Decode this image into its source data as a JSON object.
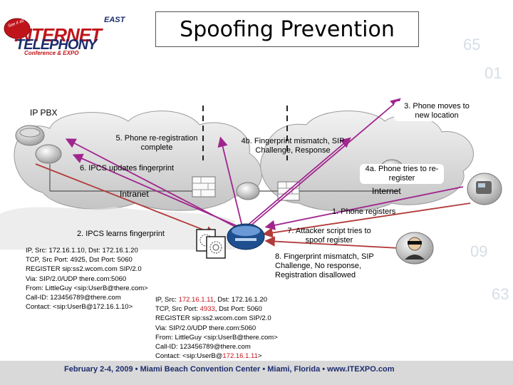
{
  "title": "Spoofing Prevention",
  "logo": {
    "badge": "See it all. Heard it.",
    "east": "EAST",
    "internet": "INTERNET",
    "telephony": "TELEPHONY",
    "conference": "Conference & EXPO"
  },
  "labels": {
    "ip_pbx": "IP PBX",
    "intranet": "Intranet",
    "internet": "Internet",
    "step1": "1. Phone registers",
    "step2": "2. IPCS learns fingerprint",
    "step3": "3. Phone moves to new location",
    "step4a": "4a. Phone tries to re-register",
    "step4b": "4b. Fingerprint mismatch, SIP Challenge, Response",
    "step5": "5. Phone re-registration complete",
    "step6": "6. IPCS updates fingerprint",
    "step7": "7. Attacker script tries to spoof register",
    "step8": "8. Fingerprint mismatch, SIP Challenge, No response, Registration disallowed"
  },
  "packet_valid": [
    "IP, Src: 172.16.1.10, Dst: 172.16.1.20",
    "TCP, Src Port: 4925, Dst Port: 5060",
    "REGISTER sip:ss2.wcom.com SIP/2.0",
    "Via: SIP/2.0/UDP there.com:5060",
    "From: LittleGuy <sip:UserB@there.com>",
    "Call-ID: 123456789@there.com",
    "Contact: <sip:UserB@172.16.1.10>"
  ],
  "packet_spoof": {
    "l1_a": "IP, Src: ",
    "l1_b": "172.16.1.11",
    "l1_c": ", Dst: 172.16.1.20",
    "l2_a": "TCP, Src Port: ",
    "l2_b": "4933",
    "l2_c": ", Dst Port: 5060",
    "l3": "REGISTER sip:ss2.wcom.com SIP/2.0",
    "l4": "Via: SIP/2.0/UDP there.com:5060",
    "l5": "From: LittleGuy <sip:UserB@there.com>",
    "l6": "Call-ID: 123456789@there.com",
    "l7_a": "Contact: <sip:UserB@",
    "l7_b": "172.16.1.11",
    "l7_c": ">"
  },
  "footer": "February 2-4, 2009  •  Miami Beach Convention Center  •  Miami, Florida  •  www.ITEXPO.com",
  "colors": {
    "arrow_red": "#b23a3a",
    "arrow_purple": "#a0268e",
    "accent_red": "#c0141b",
    "navy": "#1c2d6e"
  },
  "icons": [
    "router-icon",
    "firewall-icon",
    "ip-phone-icon",
    "ipcs-server-icon",
    "fingerprint-icon",
    "attacker-icon",
    "cloud-icon"
  ]
}
